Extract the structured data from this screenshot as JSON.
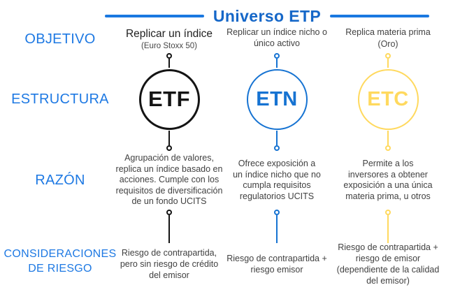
{
  "title": "Universo ETP",
  "row_labels": {
    "objetivo": "OBJETIVO",
    "estructura": "ESTRUCTURA",
    "razon": "RAZÓN",
    "consideraciones": "CONSIDERACIONES\nDE RIESGO"
  },
  "colors": {
    "title_text": "#1567C8",
    "title_line": "#1A78E0",
    "row_label": "#1E79E3",
    "body_text": "#414141",
    "etf_accent": "#141414",
    "etn_accent": "#1673D2",
    "etc_accent": "#FFD95E"
  },
  "columns": [
    {
      "structure": "ETF",
      "objetivo": "Replicar un índice",
      "objetivo_sub": "(Euro Stoxx 50)",
      "razon": "Agrupación de valores,\nreplica un índice basado en\nacciones. Cumple con los\nrequisitos de diversificación\nde un fondo UCITS",
      "riesgo": "Riesgo de contrapartida,\npero sin riesgo de crédito\ndel emisor"
    },
    {
      "structure": "ETN",
      "objetivo": "Replicar un índice nicho o\núnico activo",
      "razon": "Ofrece exposición a\nun índice nicho que no\ncumpla requisitos\nregulatorios UCITS",
      "riesgo": "Riesgo de contrapartida +\nriesgo emisor"
    },
    {
      "structure": "ETC",
      "objetivo": "Replica materia prima",
      "objetivo_sub": "(Oro)",
      "razon": "Permite a los\ninversores a obtener\nexposición a una única\nmateria prima, u otros",
      "riesgo": "Riesgo de contrapartida  +\nriesgo de emisor\n(dependiente de la calidad\ndel emisor)"
    }
  ]
}
